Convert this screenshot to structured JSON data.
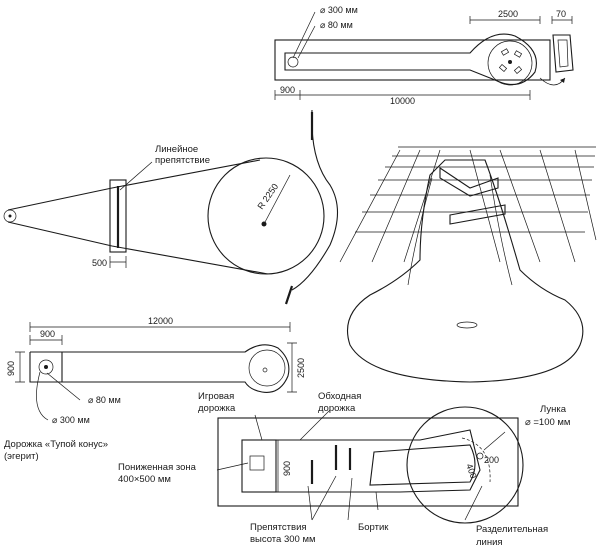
{
  "top_plan": {
    "hole_dia": "⌀ 300 мм",
    "target_dia": "⌀ 80 мм",
    "dim_2500": "2500",
    "dim_70": "70",
    "dim_900": "900",
    "dim_10000": "10000"
  },
  "middle_plan": {
    "obstacle_label_1": "Линейное",
    "obstacle_label_2": "препятствие",
    "radius": "R 2250",
    "dim_500": "500"
  },
  "lower_plan": {
    "dim_12000": "12000",
    "dim_900": "900",
    "dim_900_vert": "900",
    "dim_2500_vert": "2500",
    "target_dia": "⌀ 80 мм",
    "hole_dia": "⌀ 300 мм",
    "title_1": "Дорожка «Тупой конус»",
    "title_2": "(эгерит)"
  },
  "detail": {
    "play_track_1": "Игровая",
    "play_track_2": "дорожка",
    "bypass_1": "Обходная",
    "bypass_2": "дорожка",
    "lowered_1": "Пониженная зона",
    "lowered_2": "400×500 мм",
    "dim_900": "900",
    "hole_1": "Лунка",
    "hole_2": "⌀ =100 мм",
    "dim_400": "400",
    "dim_200": "200",
    "obstacles_1": "Препятствия",
    "obstacles_2": "высота 300 мм",
    "border": "Бортик",
    "divider_1": "Разделительная",
    "divider_2": "линия"
  }
}
